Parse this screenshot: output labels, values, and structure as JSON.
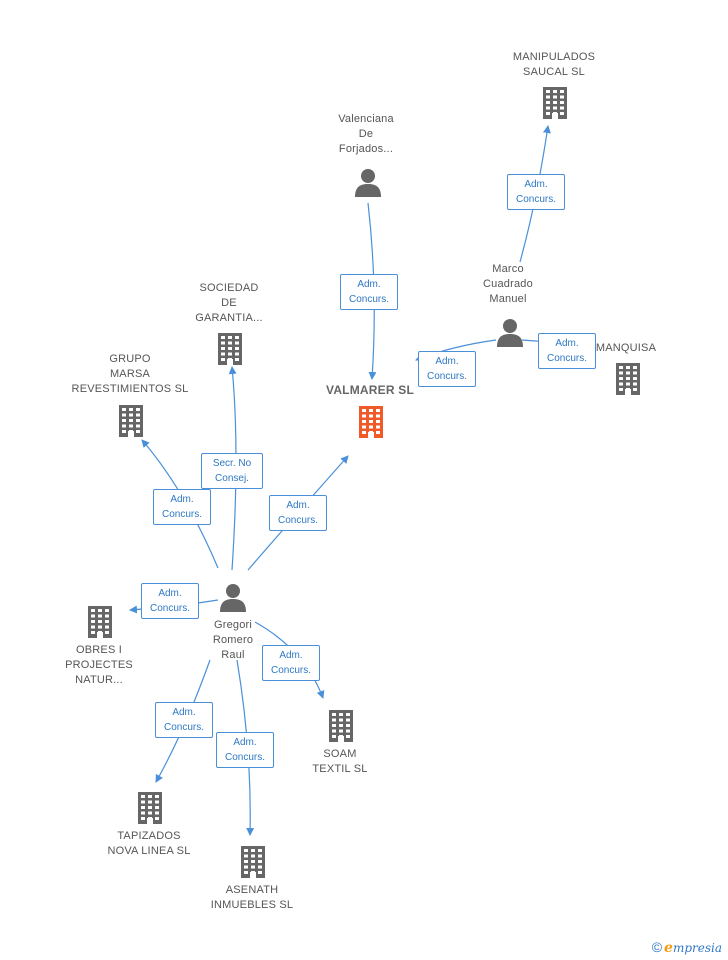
{
  "colors": {
    "company": "#666666",
    "highlight": "#f05a28",
    "person": "#666666",
    "edge": "#4a90d9",
    "edge_text": "#2f78c4"
  },
  "nodes": {
    "valmarer": {
      "label": "VALMARER SL",
      "type": "company",
      "highlight": true
    },
    "manipulados": {
      "label": "MANIPULADOS\nSAUCAL SL",
      "type": "company"
    },
    "valenciana": {
      "label": "Valenciana\nDe\nForjados...",
      "type": "person"
    },
    "marco": {
      "label": "Marco\nCuadrado\nManuel",
      "type": "person"
    },
    "manquisa": {
      "label": "MANQUISA",
      "type": "company"
    },
    "sociedad": {
      "label": "SOCIEDAD\nDE\nGARANTIA...",
      "type": "company"
    },
    "grupo": {
      "label": "GRUPO\nMARSA\nREVESTIMIENTOS SL",
      "type": "company"
    },
    "gregori": {
      "label": "Gregori\nRomero\nRaul",
      "type": "person"
    },
    "obres": {
      "label": "OBRES I\nPROJECTES\nNATUR...",
      "type": "company"
    },
    "soam": {
      "label": "SOAM\nTEXTIL SL",
      "type": "company"
    },
    "tapizados": {
      "label": "TAPIZADOS\nNOVA LINEA SL",
      "type": "company"
    },
    "asenath": {
      "label": "ASENATH\nINMUEBLES SL",
      "type": "company"
    }
  },
  "edges": {
    "e1": {
      "from": "marco",
      "to": "manipulados",
      "label": "Adm.\nConcurs."
    },
    "e2": {
      "from": "valenciana",
      "to": "valmarer",
      "label": "Adm.\nConcurs."
    },
    "e3": {
      "from": "marco",
      "to": "valmarer",
      "label": "Adm.\nConcurs."
    },
    "e4": {
      "from": "marco",
      "to": "manquisa",
      "label": "Adm.\nConcurs."
    },
    "e5": {
      "from": "gregori",
      "to": "sociedad",
      "label": "Secr. No\nConsej."
    },
    "e6": {
      "from": "gregori",
      "to": "grupo",
      "label": "Adm.\nConcurs."
    },
    "e7": {
      "from": "gregori",
      "to": "valmarer",
      "label": "Adm.\nConcurs."
    },
    "e8": {
      "from": "gregori",
      "to": "obres",
      "label": "Adm.\nConcurs."
    },
    "e9": {
      "from": "gregori",
      "to": "soam",
      "label": "Adm.\nConcurs."
    },
    "e10": {
      "from": "gregori",
      "to": "tapizados",
      "label": "Adm.\nConcurs."
    },
    "e11": {
      "from": "gregori",
      "to": "asenath",
      "label": "Adm.\nConcurs."
    }
  },
  "footer": {
    "copyright": "©",
    "brand_first": "e",
    "brand_rest": "mpresia"
  }
}
